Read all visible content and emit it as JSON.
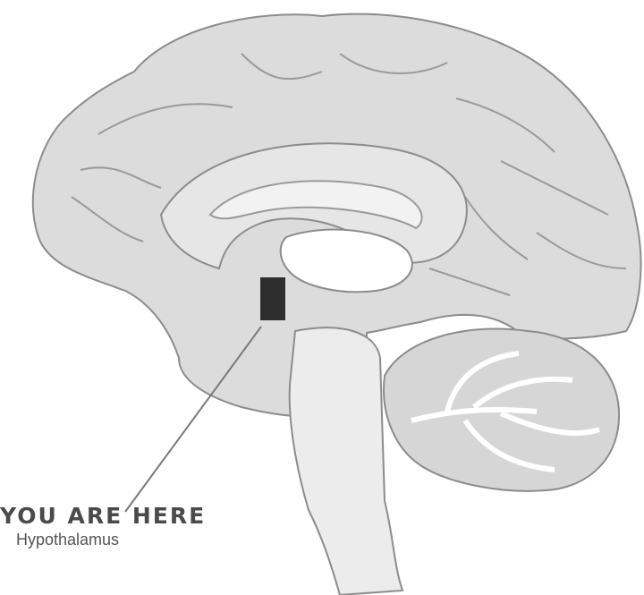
{
  "label": {
    "title": "YOU ARE HERE",
    "subtitle": "Hypothalamus"
  },
  "colors": {
    "brain_fill": "#dcdcdc",
    "cortex_line": "#8c8c8c",
    "highlight": "#2e2e2e",
    "pointer_line": "#7a7a7a"
  },
  "icons": [
    "brain-illustration"
  ]
}
